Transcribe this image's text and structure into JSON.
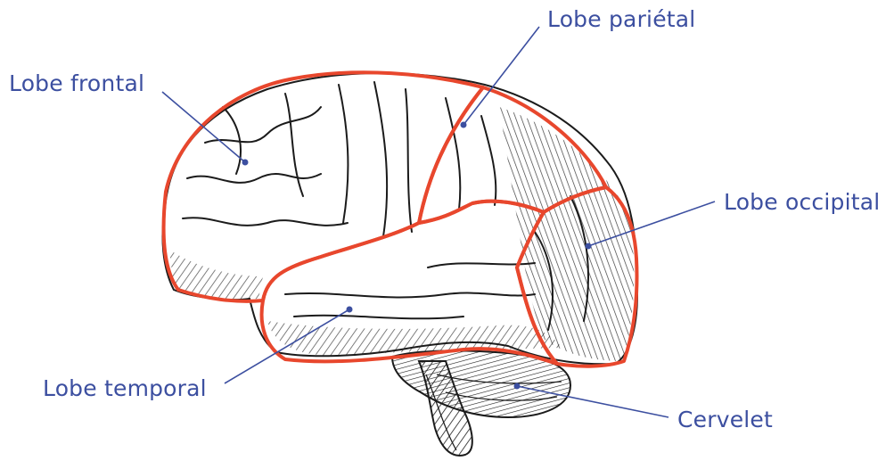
{
  "colors": {
    "label": "#3C4FA0",
    "outline": "#E8472D",
    "ink": "#1B1B1B",
    "background": "#FFFFFF"
  },
  "labels": {
    "frontal": "Lobe frontal",
    "parietal": "Lobe pariétal",
    "occipital": "Lobe occipital",
    "temporal": "Lobe temporal",
    "cervelet": "Cervelet"
  }
}
